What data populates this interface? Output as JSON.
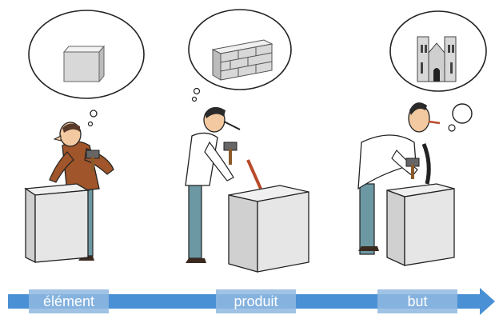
{
  "labels": [
    "élément",
    "produit",
    "but"
  ],
  "colors": {
    "arrow": "#4a90d4",
    "label_box": "#8fb8e0",
    "skin": "#f2c9a0",
    "hair": "#2a2a2a",
    "shirt_brown": "#a0562a",
    "shirt_white": "#ffffff",
    "pants": "#6c98a3",
    "stone": "#e6e6e6",
    "outline": "#222222"
  }
}
